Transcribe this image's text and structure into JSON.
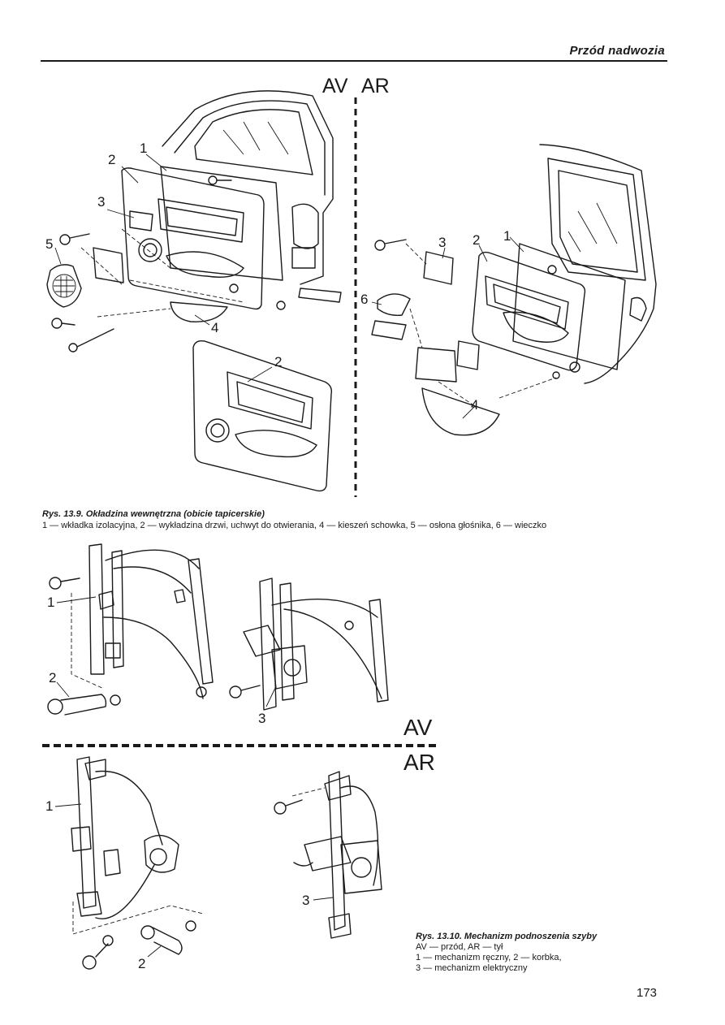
{
  "header": {
    "title": "Przód nadwozia"
  },
  "figure1": {
    "label_av": "AV",
    "label_ar": "AR",
    "callouts_front": [
      "1",
      "2",
      "3",
      "5",
      "4",
      "2"
    ],
    "callouts_rear": [
      "3",
      "2",
      "1",
      "6",
      "4"
    ],
    "caption_title": "Rys. 13.9. Okładzina wewnętrzna (obicie tapicerskie)",
    "caption_text": "1 — wkładka izolacyjna, 2 — wykładzina drzwi, uchwyt do otwierania, 4 — kieszeń schowka, 5 — osłona głośnika, 6 — wieczko"
  },
  "figure2": {
    "label_av": "AV",
    "label_ar": "AR",
    "callouts_front": [
      "1",
      "2",
      "3"
    ],
    "callouts_rear": [
      "1",
      "2",
      "3"
    ],
    "caption_title": "Rys. 13.10. Mechanizm podnoszenia szyby",
    "caption_lines": [
      "AV — przód, AR — tył",
      "1 — mechanizm ręczny, 2 — korbka,",
      "3 — mechanizm elektryczny"
    ]
  },
  "page_number": "173"
}
